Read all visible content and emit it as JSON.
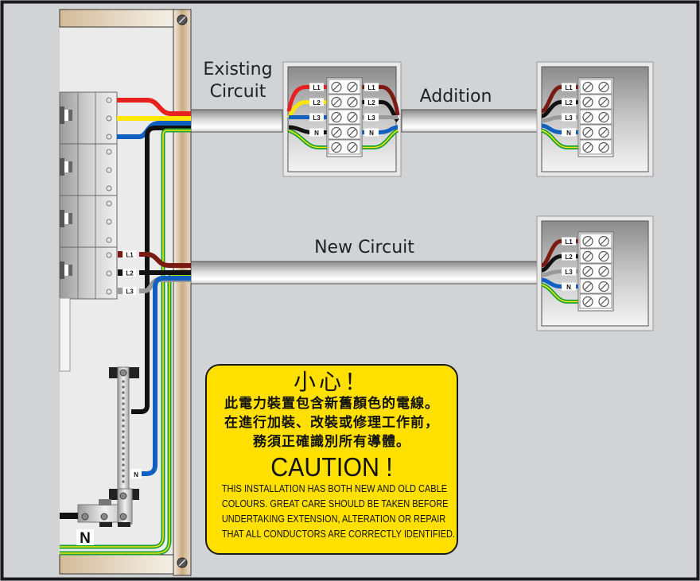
{
  "diagram": {
    "title": "Wiring colour caution: existing circuit addition and new circuit",
    "labels": {
      "existing_circuit_line1": "Existing",
      "existing_circuit_line2": "Circuit",
      "addition": "Addition",
      "new_circuit": "New Circuit",
      "neutral_bar": "N",
      "neutral_tail": "N"
    },
    "breaker_terminal_tags": [
      "L1",
      "L2",
      "L3"
    ],
    "junction_box_existing": {
      "left_tags": [
        "L1",
        "L2",
        "L3",
        "N"
      ],
      "right_tags": [
        "L1",
        "L2",
        "L3",
        "N"
      ],
      "left_colours": [
        "#e8201e",
        "#ffe600",
        "#1060c0",
        "#111111"
      ],
      "right_colours": [
        "#7a1a10",
        "#111111",
        "#9a9a9a",
        "#1060c0"
      ]
    },
    "junction_box_addition": {
      "tags": [
        "L1",
        "L2",
        "L3",
        "N"
      ],
      "colours": [
        "#7a1a10",
        "#111111",
        "#9a9a9a",
        "#1060c0"
      ]
    },
    "junction_box_new": {
      "tags": [
        "L1",
        "L2",
        "L3",
        "N"
      ],
      "colours": [
        "#7a1a10",
        "#111111",
        "#9a9a9a",
        "#1060c0"
      ]
    },
    "colours": {
      "old_l1": "#e8201e",
      "old_l2": "#ffe600",
      "old_l3": "#1060c0",
      "old_n": "#111111",
      "new_l1": "#7a1a10",
      "new_l2": "#111111",
      "new_l3": "#9a9a9a",
      "new_n": "#1060c0",
      "earth_green": "#1aa03c",
      "earth_yellow": "#f4e800",
      "sign_background": "#ffe000"
    }
  },
  "caution_sign": {
    "cn_title": "小心！",
    "cn_lines": [
      "此電力裝置包含新舊顏色的電線。",
      "在進行加裝、改裝或修理工作前，",
      "務須正確識別所有導體。"
    ],
    "en_title": "CAUTION !",
    "en_lines": [
      "THIS INSTALLATION HAS BOTH NEW AND OLD CABLE",
      "COLOURS. GREAT CARE SHOULD BE TAKEN BEFORE",
      "UNDERTAKING EXTENSION, ALTERATION OR REPAIR",
      "THAT ALL CONDUCTORS ARE CORRECTLY IDENTIFIED."
    ]
  }
}
